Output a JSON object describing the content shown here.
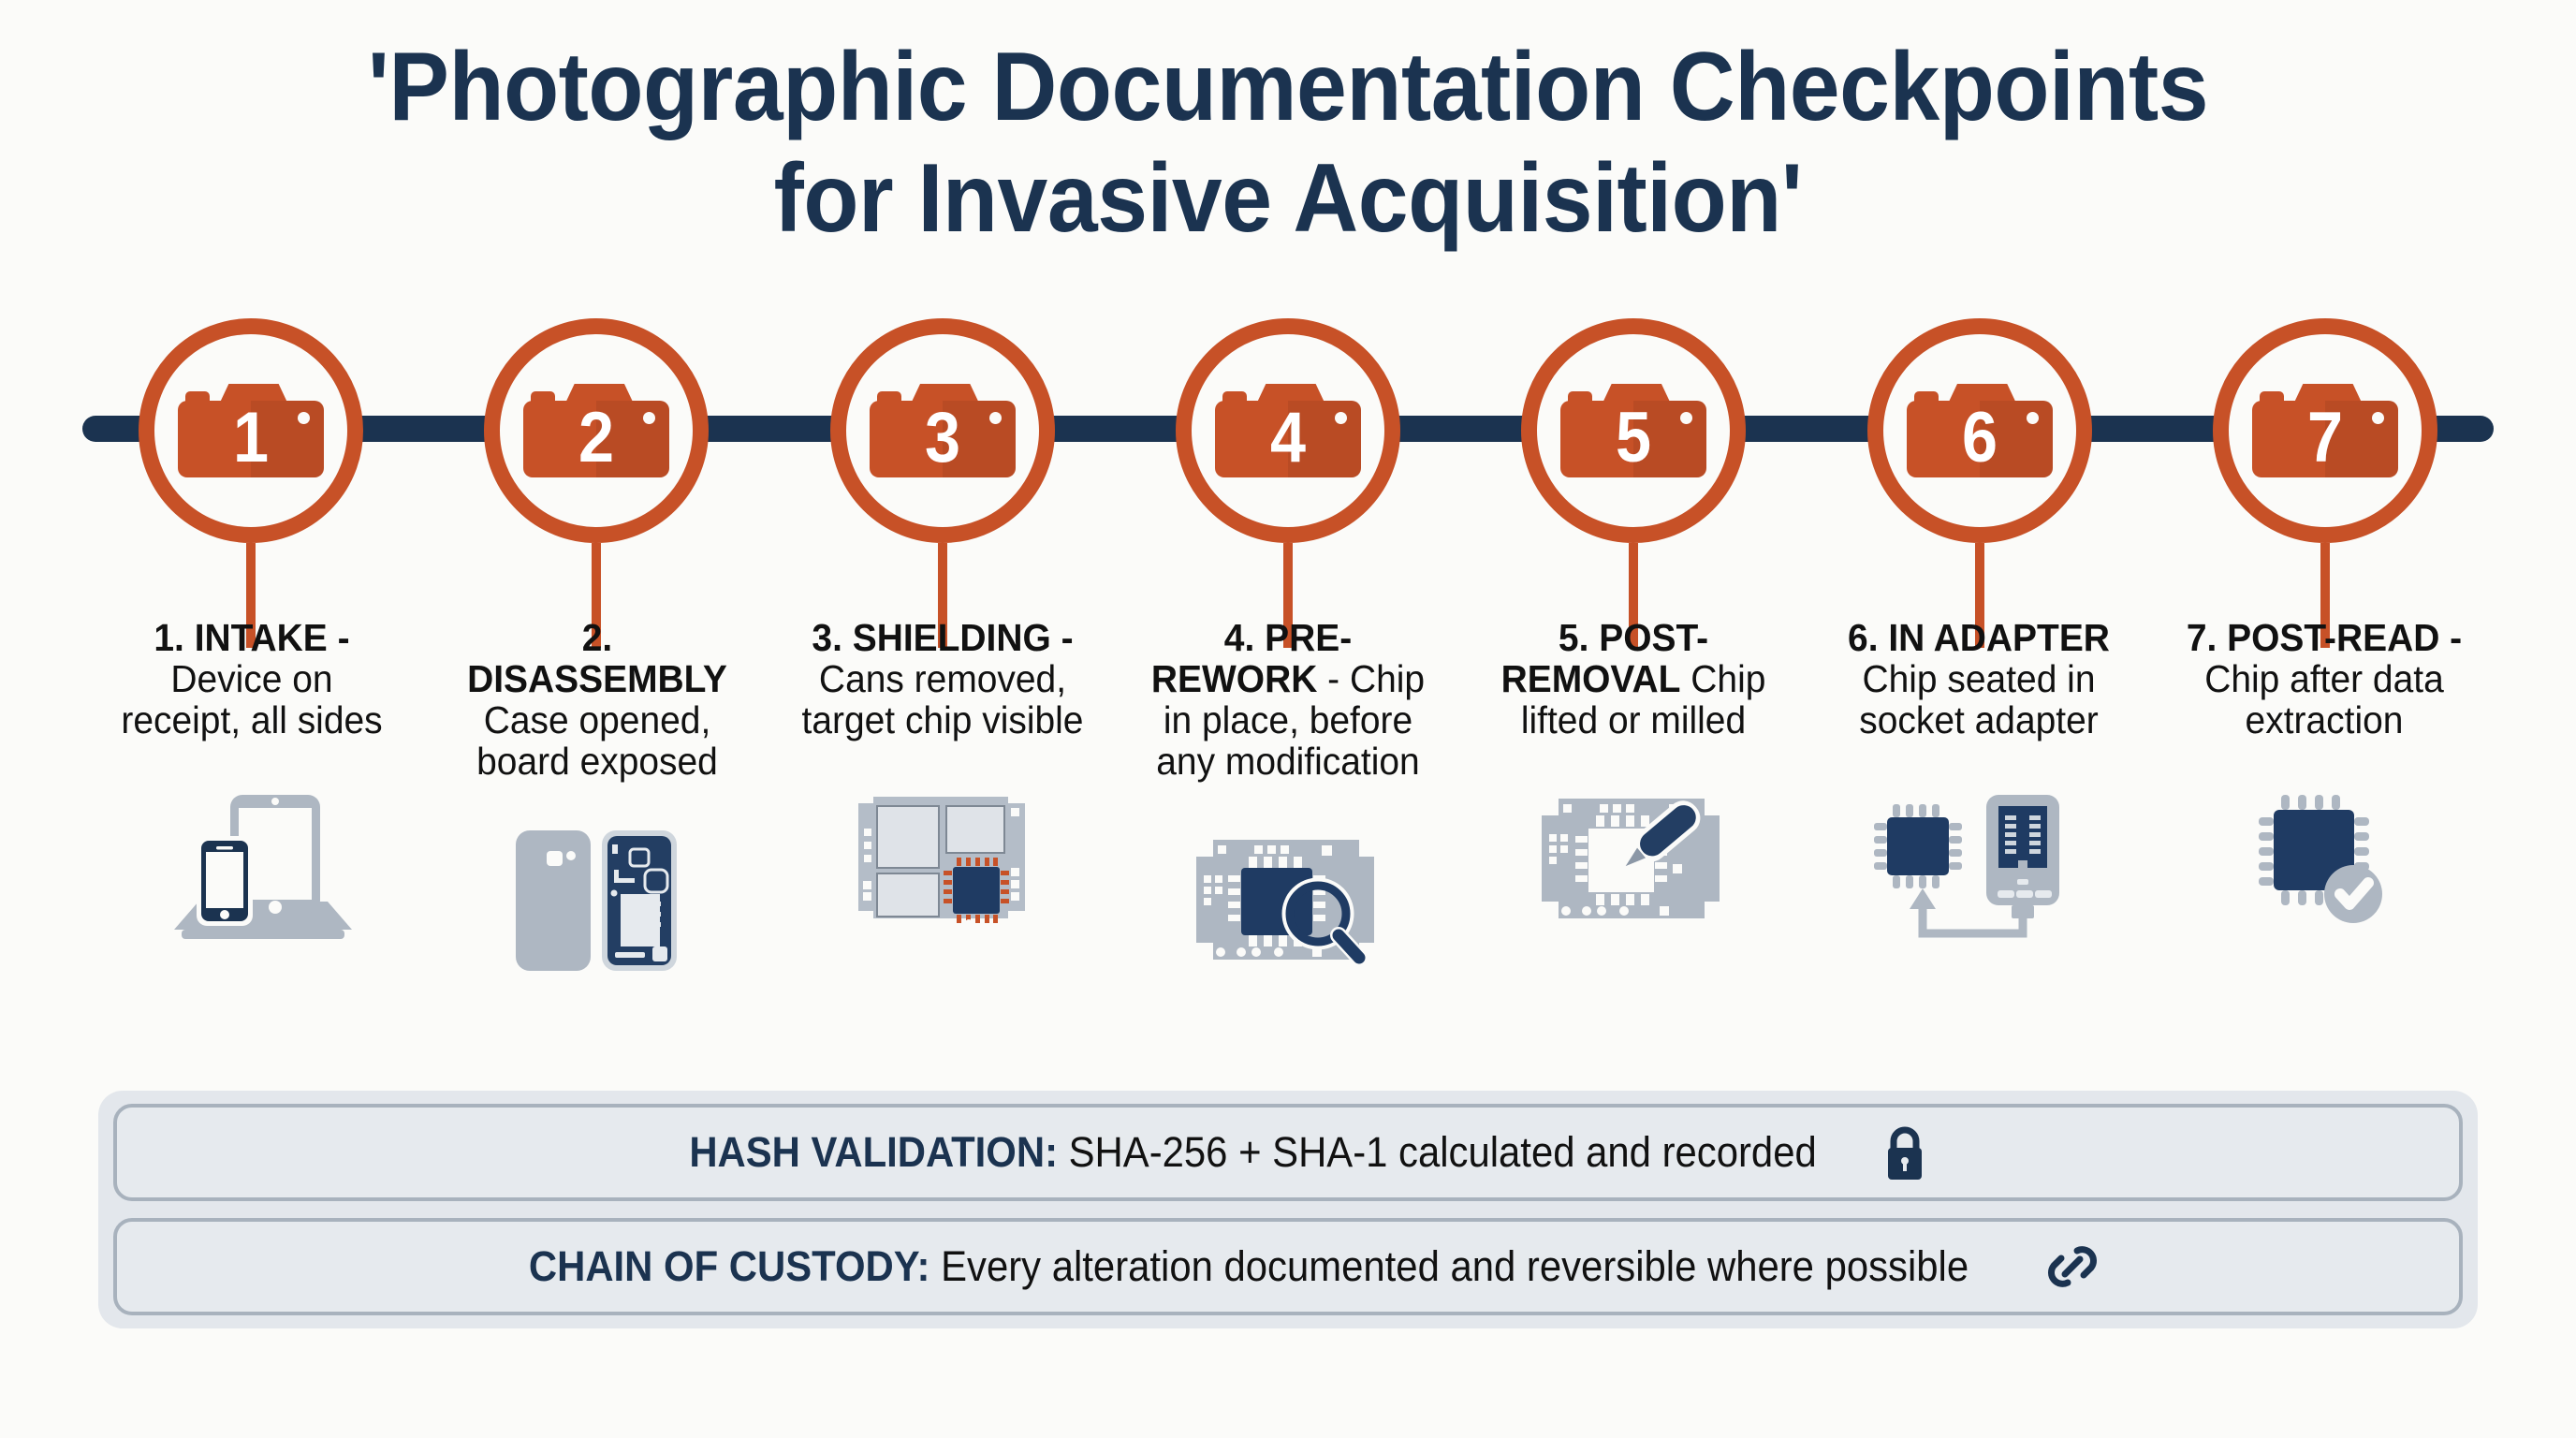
{
  "title": "'Photographic Documentation Checkpoints\nfor Invasive Acquisition'",
  "colors": {
    "background": "#fbfbf9",
    "navy": "#1b3350",
    "orange": "#c75127",
    "gray": "#aeb7c2",
    "bar_fill": "#e6eaee",
    "bar_border": "#a8b2bd",
    "panel_fill": "#e3e7ec"
  },
  "timeline": {
    "nodes": [
      {
        "number": "1",
        "icon": "camera-icon"
      },
      {
        "number": "2",
        "icon": "camera-icon"
      },
      {
        "number": "3",
        "icon": "camera-icon"
      },
      {
        "number": "4",
        "icon": "camera-icon"
      },
      {
        "number": "5",
        "icon": "camera-icon"
      },
      {
        "number": "6",
        "icon": "camera-icon"
      },
      {
        "number": "7",
        "icon": "camera-icon"
      }
    ]
  },
  "steps": [
    {
      "head": "1. INTAKE -",
      "desc": "Device on receipt, all sides",
      "art": "phone-and-tablet-icon"
    },
    {
      "head": "2. DISASSEMBLY",
      "desc": "Case opened, board exposed",
      "art": "opened-phone-case-icon"
    },
    {
      "head": "3. SHIELDING -",
      "desc": "Cans removed, target chip visible",
      "art": "board-shield-cans-icon"
    },
    {
      "head": "4. PRE-REWORK",
      "desc": "- Chip in place, before any modification",
      "art": "chip-magnifier-icon"
    },
    {
      "head": "5. POST-REMOVAL",
      "desc": "Chip lifted or milled",
      "art": "milling-tool-board-icon"
    },
    {
      "head": "6. IN ADAPTER",
      "desc": "Chip seated in socket adapter",
      "art": "chip-socket-adapter-icon"
    },
    {
      "head": "7. POST-READ -",
      "desc": "Chip after data extraction",
      "art": "chip-verified-icon"
    }
  ],
  "footer": {
    "bars": [
      {
        "key": "HASH VALIDATION:",
        "value": "SHA-256 + SHA-1 calculated and recorded",
        "icon": "padlock-icon"
      },
      {
        "key": "CHAIN OF CUSTODY:",
        "value": "Every alteration documented and reversible where possible",
        "icon": "chain-link-icon"
      }
    ]
  }
}
